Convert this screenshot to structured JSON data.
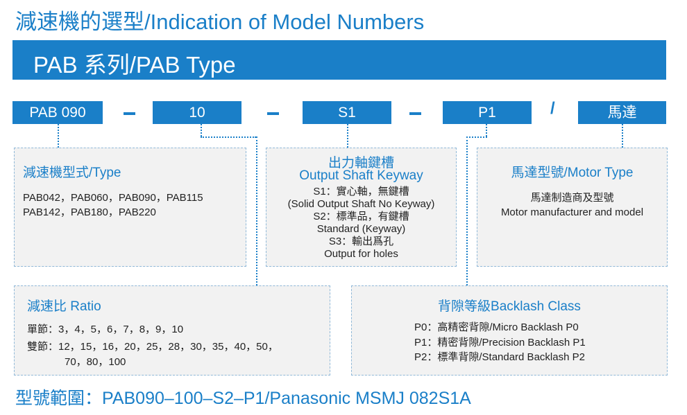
{
  "title": "減速機的選型/Indication of Model Numbers",
  "series_band": "PAB  系列/PAB Type",
  "codes": {
    "type": "PAB 090",
    "ratio": "10",
    "shaft": "S1",
    "backlash": "P1",
    "motor": "馬達",
    "separator_slash": "/"
  },
  "type_box": {
    "heading": "減速機型式/Type",
    "line1": "PAB042，PAB060，PAB090，PAB115",
    "line2": "PAB142，PAB180，PAB220"
  },
  "shaft_box": {
    "heading_cn": "出力軸鍵槽",
    "heading_en": "Output Shaft Keyway",
    "lines": [
      "S1：實心軸，無鍵槽",
      "(Solid Output Shaft No Keyway)",
      "S2：標準品，有鍵槽",
      "Standard (Keyway)",
      "S3：輸出爲孔",
      "Output for holes"
    ]
  },
  "motor_box": {
    "heading": "馬達型號/Motor Type",
    "line1": "馬達制造商及型號",
    "line2": "Motor manufacturer and model"
  },
  "ratio_box": {
    "heading": "減速比 Ratio",
    "single": "單節：3，4，5，6，7，8，9，10",
    "double1": "雙節：12，15，16，20，25，28，30，35，40，50，",
    "double2": "70，80，100"
  },
  "backlash_box": {
    "heading": "背隙等級Backlash Class",
    "p0": "P0：高精密背隙/Micro Backlash P0",
    "p1": "P1：精密背隙/Precision Backlash P1",
    "p2": "P2：標準背隙/Standard Backlash P2"
  },
  "footer": "型號範圍：PAB090–100–S2–P1/Panasonic MSMJ 082S1A"
}
